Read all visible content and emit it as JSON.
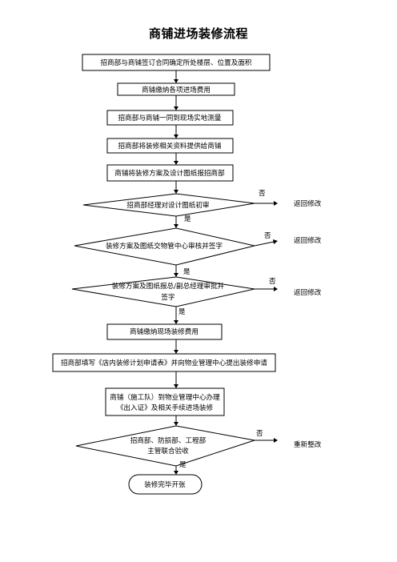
{
  "title": "商铺进场装修流程",
  "steps": {
    "s1": "招商部与商铺签订合同确定所处楼层、位置及面积",
    "s2": "商铺缴纳各项进场费用",
    "s3": "招商部与商铺一同到现场实地测量",
    "s4": "招商部将装修相关资料提供给商铺",
    "s5": "商铺将装修方案及设计图纸报招商部",
    "d1": "招商部经理对设计图纸初审",
    "d2": "装修方案及图纸交物管中心审核并签字",
    "d3_line1": "装修方案及图纸报总/副总经理审批并",
    "d3_line2": "签字",
    "s6": "商铺缴纳现场装修费用",
    "s7": "招商部填写《店内装修计划申请表》并向物业管理中心提出装修申请",
    "s8_line1": "商铺（施工队）到物业管理中心办理",
    "s8_line2": "《出入证》及相关手续进场装修",
    "d4_line1": "招商部、防损部、工程部",
    "d4_line2": "主管联合验收",
    "end": "装修完毕开张"
  },
  "labels": {
    "yes": "是",
    "no": "否",
    "return_edit": "返回修改",
    "rectify": "重新整改"
  }
}
